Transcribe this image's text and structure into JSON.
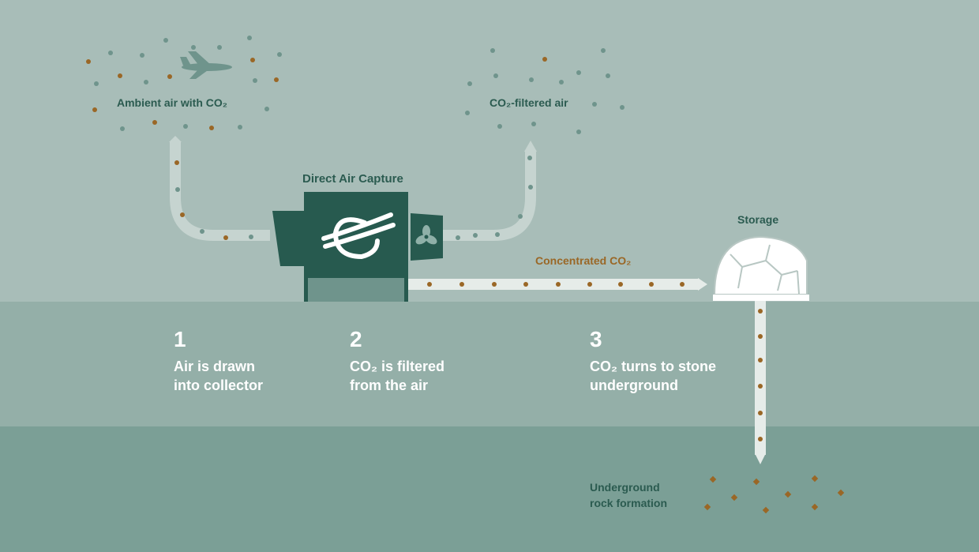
{
  "labels": {
    "ambient": "Ambient air with CO₂",
    "filtered": "CO₂-filtered air",
    "dac": "Direct Air Capture",
    "storage": "Storage",
    "concentrated": "Concentrated CO₂",
    "rock_line1": "Underground",
    "rock_line2": "rock formation"
  },
  "steps": [
    {
      "num": "1",
      "line1": "Air is drawn",
      "line2": "into collector"
    },
    {
      "num": "2",
      "line1": "CO₂ is filtered",
      "line2": "from the air"
    },
    {
      "num": "3",
      "line1": "CO₂ turns to stone",
      "line2": "underground"
    }
  ],
  "colors": {
    "dark_green": "#275a4f",
    "co2": "#9a6726",
    "air": "#6f948c",
    "pipe": "#e6ece9"
  }
}
